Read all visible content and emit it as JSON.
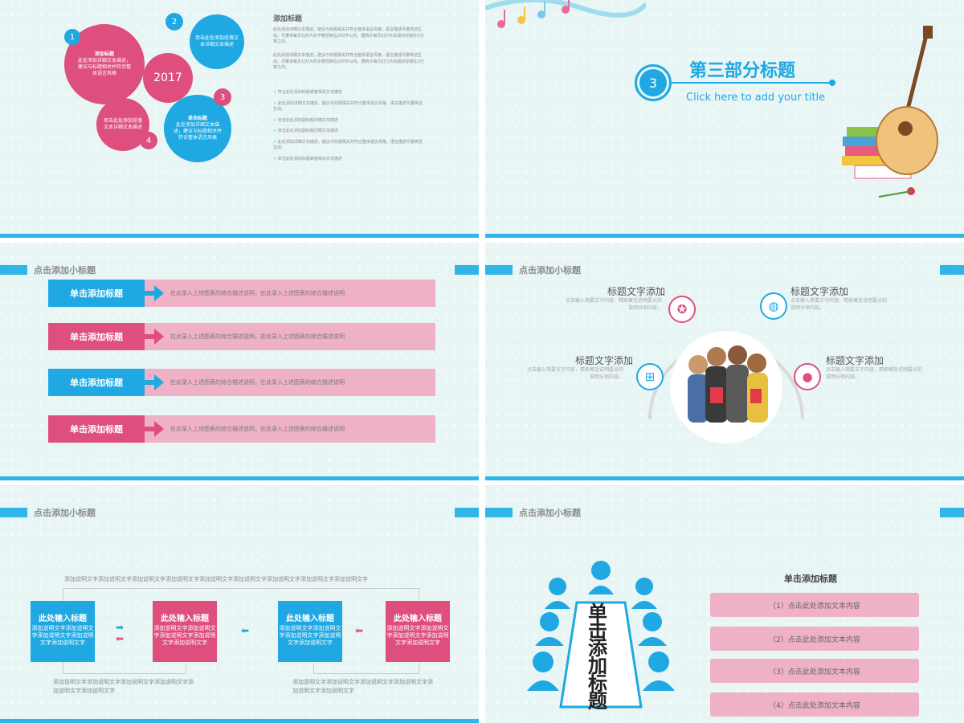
{
  "slide1": {
    "center_label": "2017",
    "circles": [
      {
        "num": "1",
        "title": "添加标题",
        "text": "此处添加详细文本描述，建议与标题相关并符合整体语言风格"
      },
      {
        "num": "2",
        "title": "",
        "text": "单击此处添加段落文本详细文本描述"
      },
      {
        "num": "3",
        "title": "单击标题",
        "text": "此处添加详细文本描述，建议与标题相关并符合整体语言风格"
      },
      {
        "num": "4",
        "title": "",
        "text": "单击此处添加段落文本详细文本描述"
      }
    ],
    "right_title": "添加标题",
    "paragraphs": [
      "此处添加详细文本描述，建议与标题相关并符合整体语言风格，语言描述尽量简洁生动。尽量将每页幻灯片的字数控制在200字以内，据统计每页幻灯片的最好控制在5分钟之内。",
      "此处添加详细文本描述，建议与标题相关并符合整体语言风格，语言描述尽量简洁生动。尽量将每页幻灯片的字数控制在200字以内，据统计每页幻灯片的最好控制在5分钟之内。"
    ],
    "bullets": [
      "符合此处添加标题或者相关文本描述",
      "此处添加详细文本描述，建议与标题相关并符合整体语言风格，语言描述尽量简洁生动。",
      "单击此处添加副标题详细文本描述",
      "单击此处添加副标题详细文本描述",
      "此处添加详细文本描述，建议与标题相关并符合整体语言风格，语言描述尽量简洁生动。",
      "单击此处添加标题或者相关文本描述"
    ]
  },
  "slide2": {
    "num": "3",
    "title": "第三部分标题",
    "subtitle": "Click here to add your title"
  },
  "slide3": {
    "subtitle": "点击添加小标题",
    "rows": [
      {
        "label": "单击添加标题",
        "color": "#1fa8e2",
        "text": "在此录入上述图表的综合描述说明，在此录入上述图表的综合描述说明"
      },
      {
        "label": "单击添加标题",
        "color": "#de4f7e",
        "text": "在此录入上述图表的综合描述说明，在此录入上述图表的综合描述说明"
      },
      {
        "label": "单击添加标题",
        "color": "#1fa8e2",
        "text": "在此录入上述图表的综合描述说明，在此录入上述图表的综合描述说明"
      },
      {
        "label": "单击添加标题",
        "color": "#de4f7e",
        "text": "在此录入上述图表的综合描述说明，在此录入上述图表的综合描述说明"
      }
    ]
  },
  "slide4": {
    "subtitle": "点击添加小标题",
    "features": [
      {
        "title": "标题文字添加",
        "desc": "点击输入简要文字内容，精炼概括说明要点的说明分项内容。",
        "icon": "compass-icon"
      },
      {
        "title": "标题文字添加",
        "desc": "点击输入简要文字内容，精炼概括说明要点的说明分项内容。",
        "icon": "globe-icon"
      },
      {
        "title": "标题文字添加",
        "desc": "点击输入简要文字内容，精炼概括说明要点的说明分项内容。",
        "icon": "windows-icon"
      },
      {
        "title": "标题文字添加",
        "desc": "点击输入简要文字内容，精炼概括说明要点的说明分项内容。",
        "icon": "apple-icon"
      }
    ]
  },
  "slide5": {
    "subtitle": "点击添加小标题",
    "top_caption": "添加说明文字添加说明文字添加说明文字添加说明文字添加说明文字添加说明文字添加说明文字添加说明文字添加说明文字",
    "boxes": [
      {
        "title": "此处输入标题",
        "text": "添加说明文字添加说明文字添加说明文字添加说明文字添加说明文字",
        "color": "#1fa8e2"
      },
      {
        "title": "此处输入标题",
        "text": "添加说明文字添加说明文字添加说明文字添加说明文字添加说明文字",
        "color": "#de4f7e"
      },
      {
        "title": "此处输入标题",
        "text": "添加说明文字添加说明文字添加说明文字添加说明文字添加说明文字",
        "color": "#1fa8e2"
      },
      {
        "title": "此处输入标题",
        "text": "添加说明文字添加说明文字添加说明文字添加说明文字添加说明文字",
        "color": "#de4f7e"
      }
    ],
    "bottom_caption_left": "添加说明文字添加说明文字添加说明文字添加说明文字添加说明文字添加说明文字",
    "bottom_caption_right": "添加说明文字添加说明文字添加说明文字添加说明文字添加说明文字添加说明文字"
  },
  "slide6": {
    "subtitle": "点击添加小标题",
    "vertical_title": "单击添加标题",
    "right_title": "单击添加标题",
    "items": [
      "（1）点击此处添加文本内容",
      "（2）点击此处添加文本内容",
      "（3）点击此处添加文本内容",
      "（4）点击此处添加文本内容"
    ]
  },
  "colors": {
    "blue": "#1fa8e2",
    "pink": "#de4f7e",
    "light_pink": "#eeb1c6",
    "bar": "#2fb5e8"
  }
}
